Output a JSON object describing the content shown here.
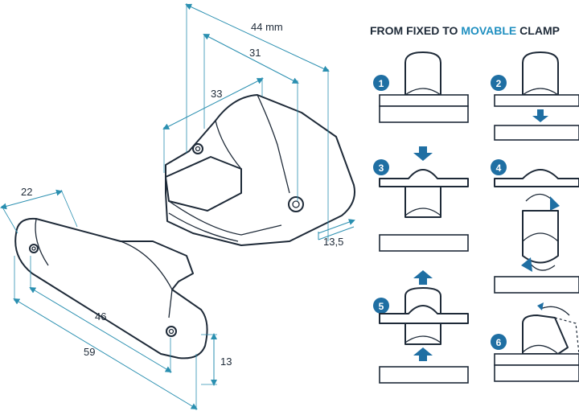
{
  "dimensions": {
    "d44": "44 mm",
    "d31": "31",
    "d33": "33",
    "d22": "22",
    "d13_5": "13,5",
    "d46": "46",
    "d59": "59",
    "d13": "13"
  },
  "title": {
    "before": "FROM FIXED TO ",
    "accent": "MOVABLE",
    "after": " CLAMP"
  },
  "steps": [
    "1",
    "2",
    "3",
    "4",
    "5",
    "6"
  ],
  "colors": {
    "accent": "#1f8fc0",
    "badge": "#1f6fa3",
    "dimension": "#2a8fb0",
    "line": "#1e2a38"
  }
}
